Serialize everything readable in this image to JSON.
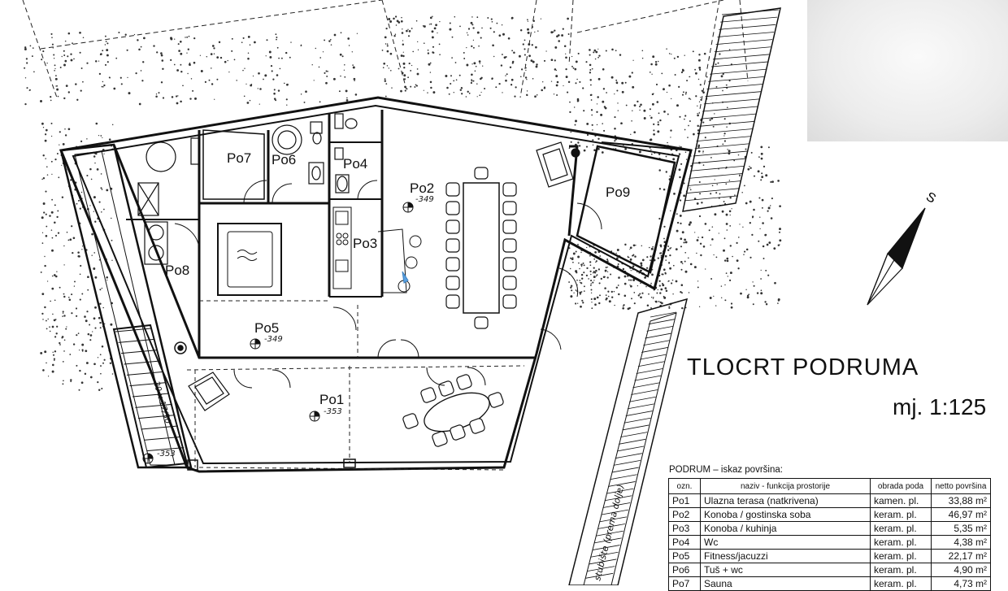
{
  "plan": {
    "title": "TLOCRT PODRUMA",
    "scale": "mj. 1:125",
    "north_symbol": "S",
    "stair_label_left": "20 x 17/30",
    "stair_label_right": "stubište (prema dolje)",
    "rooms": [
      {
        "id": "Po1",
        "elevation": "-353"
      },
      {
        "id": "Po2",
        "elevation": "-349"
      },
      {
        "id": "Po3"
      },
      {
        "id": "Po4"
      },
      {
        "id": "Po5",
        "elevation": "-349"
      },
      {
        "id": "Po6"
      },
      {
        "id": "Po7"
      },
      {
        "id": "Po8"
      },
      {
        "id": "Po9"
      }
    ],
    "extra_elevation": "-353"
  },
  "area_table": {
    "caption": "PODRUM  – iskaz površina:",
    "headers": [
      "ozn.",
      "naziv - funkcija prostorije",
      "obrada poda",
      "netto površina"
    ],
    "rows": [
      {
        "id": "Po1",
        "name": "Ulazna terasa (natkrivena)",
        "floor": "kamen. pl.",
        "area": "33,88 m²"
      },
      {
        "id": "Po2",
        "name": "Konoba / gostinska soba",
        "floor": "keram. pl.",
        "area": "46,97 m²"
      },
      {
        "id": "Po3",
        "name": "Konoba / kuhinja",
        "floor": "keram. pl.",
        "area": "5,35 m²"
      },
      {
        "id": "Po4",
        "name": "Wc",
        "floor": "keram. pl.",
        "area": "4,38 m²"
      },
      {
        "id": "Po5",
        "name": "Fitness/jacuzzi",
        "floor": "keram. pl.",
        "area": "22,17 m²"
      },
      {
        "id": "Po6",
        "name": "Tuš + wc",
        "floor": "keram. pl.",
        "area": "4,90 m²"
      },
      {
        "id": "Po7",
        "name": "Sauna",
        "floor": "keram. pl.",
        "area": "4,73 m²"
      }
    ]
  }
}
